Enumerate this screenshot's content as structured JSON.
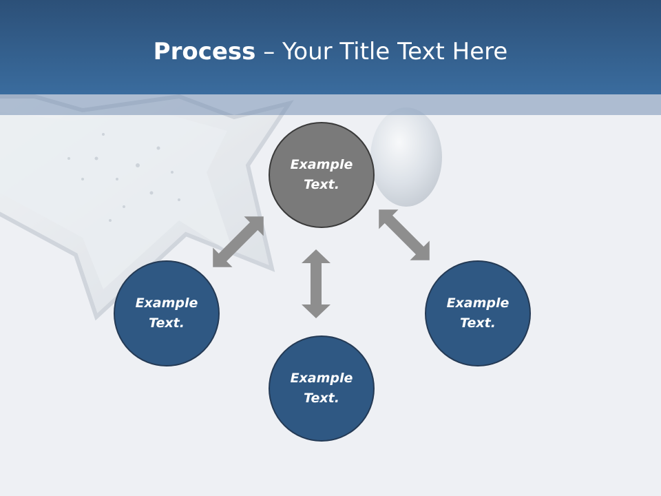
{
  "title": {
    "bold": "Process",
    "dash": " – ",
    "rest": "Your Title Text Here"
  },
  "colors": {
    "header": "#2f5a88",
    "node_primary": "#7a7a7a",
    "node_secondary": "#2f5883",
    "node_border": "#243a55",
    "arrow": "#8e8e8e"
  },
  "nodes": [
    {
      "label": "Example\nText.",
      "role": "center"
    },
    {
      "label": "Example\nText.",
      "role": "left"
    },
    {
      "label": "Example\nText.",
      "role": "bottom"
    },
    {
      "label": "Example\nText.",
      "role": "right"
    }
  ],
  "arrows": [
    "double-headed",
    "double-headed",
    "double-headed"
  ]
}
